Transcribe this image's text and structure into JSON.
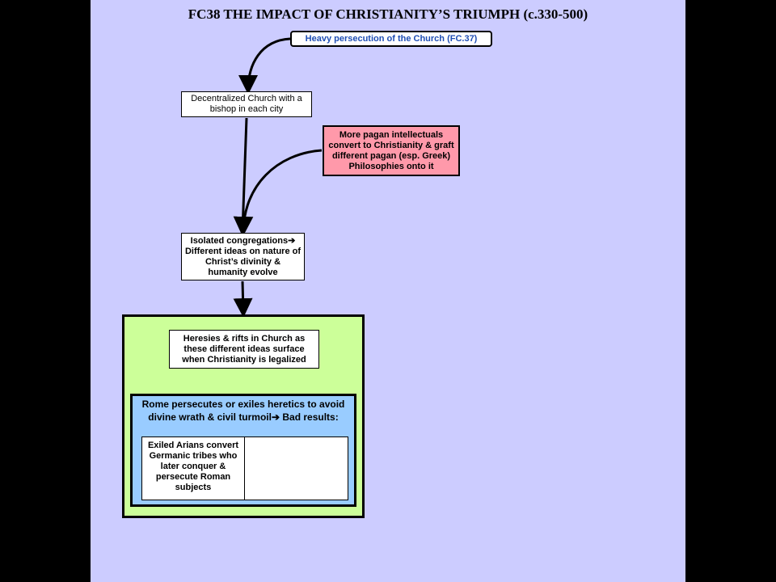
{
  "title": "FC38 THE IMPACT OF CHRISTIANITY’S TRIUMPH (c.330-500)",
  "nodes": {
    "top": "Heavy persecution of the Church (FC.37)",
    "decentralized": "Decentralized Church with a bishop in each city",
    "pagan": "More pagan intellectuals convert to Christianity & graft different pagan (esp. Greek) Philosophies onto it",
    "isolated": "Isolated congregations➔ Different ideas on nature of Christ’s divinity & humanity evolve",
    "heresies": "Heresies & rifts in Church as these different ideas surface when Christianity is legalized",
    "rome": "Rome persecutes or exiles heretics to avoid divine wrath & civil turmoil➔ Bad results:",
    "arians": "Exiled Arians convert Germanic tribes who later conquer & persecute Roman subjects",
    "result_2": ""
  },
  "colors": {
    "slide_bg": "#ccccff",
    "page_bg": "#000000",
    "pagan_box": "#ff99aa",
    "green_panel": "#ccff99",
    "blue_panel": "#99ccff",
    "top_box_text": "#1f4eb4"
  }
}
